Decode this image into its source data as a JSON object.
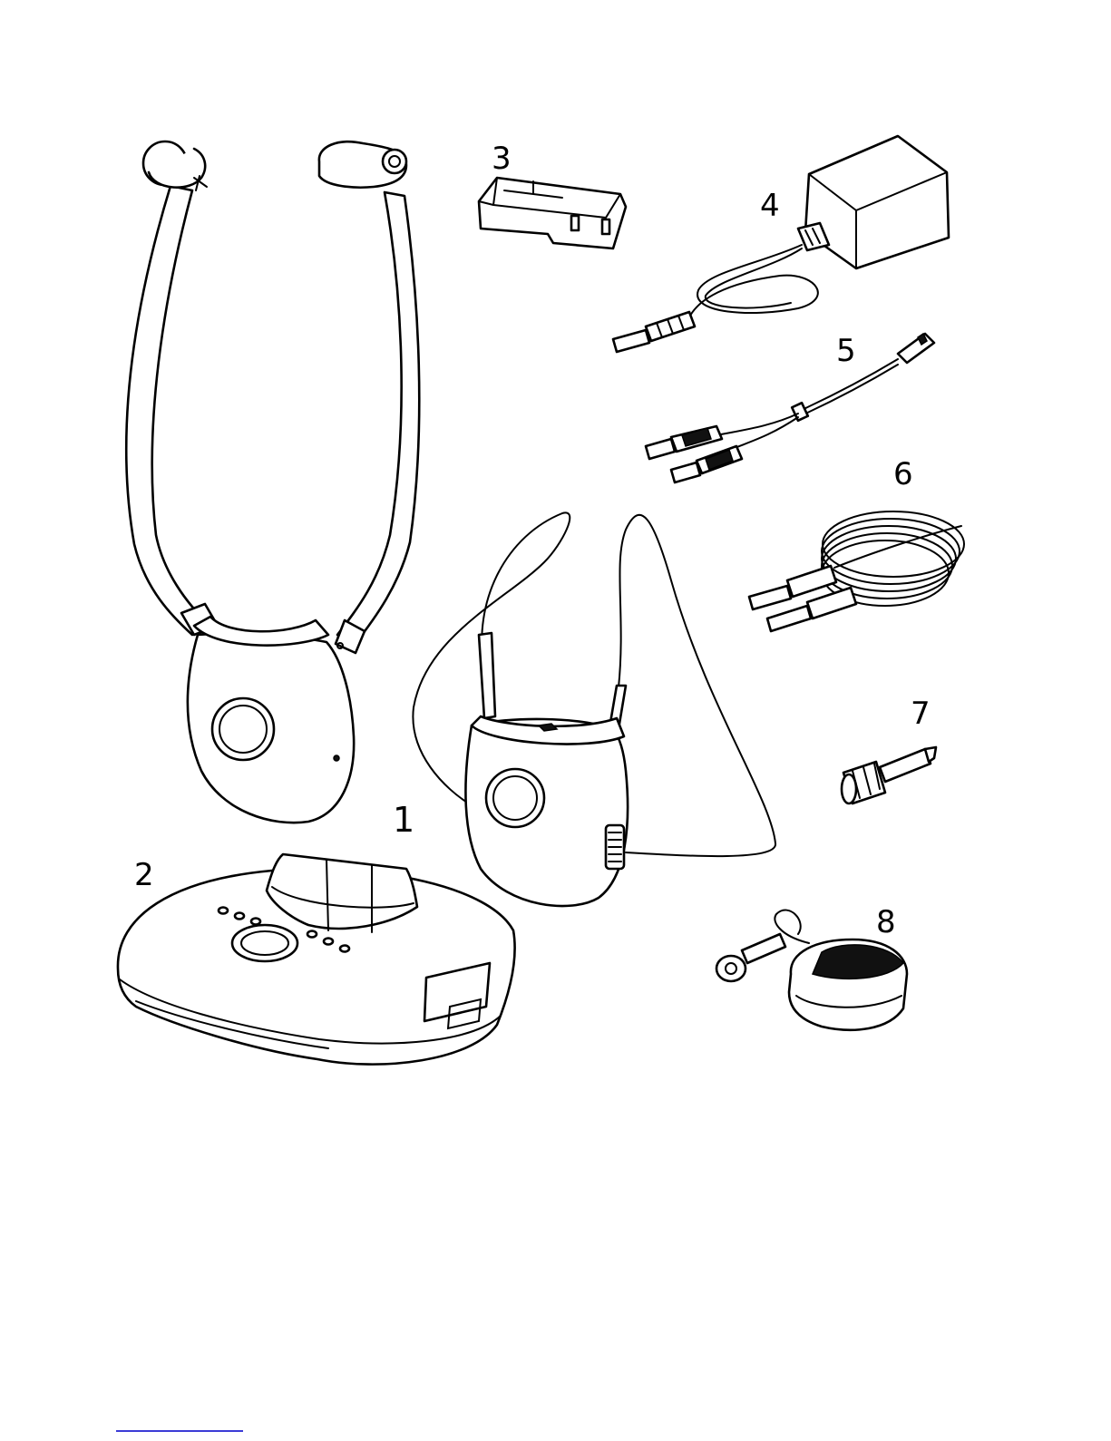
{
  "callouts": {
    "item1": "1",
    "item2": "2",
    "item3": "3",
    "item4": "4",
    "item5": "5",
    "item6": "6",
    "item7": "7",
    "item8": "8"
  },
  "colors": {
    "line": "#000000",
    "background": "#ffffff",
    "footer_rule": "#3b3bd6"
  }
}
